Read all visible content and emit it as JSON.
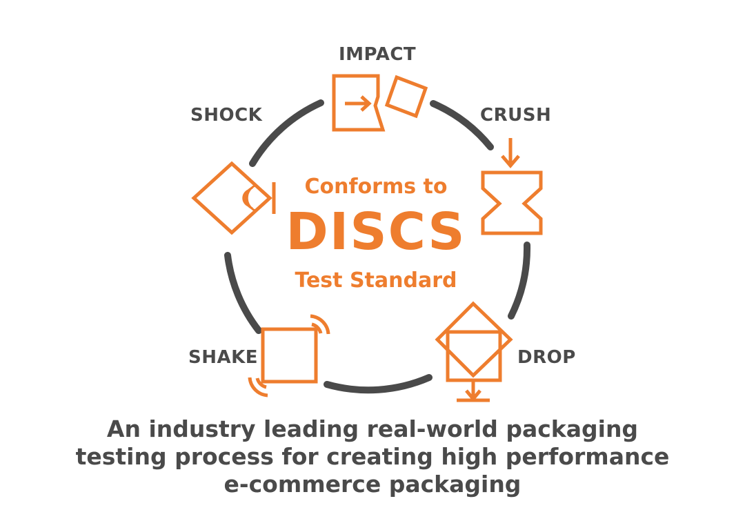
{
  "labels": {
    "impact": "IMPACT",
    "crush": "CRUSH",
    "shock": "SHOCK",
    "shake": "SHAKE",
    "drop": "DROP"
  },
  "center": {
    "line1": "Conforms to",
    "line2": "DISCS",
    "line3": "Test Standard"
  },
  "caption": {
    "line1": "An industry leading real-world packaging",
    "line2": "testing process for creating high performance",
    "line3": "e-commerce packaging"
  },
  "colors": {
    "accent": "#ee7d2e",
    "text": "#4a4a4a",
    "ring": "#4a4a4a"
  },
  "icons": [
    "impact-icon",
    "crush-icon",
    "shock-icon",
    "shake-icon",
    "drop-icon"
  ]
}
